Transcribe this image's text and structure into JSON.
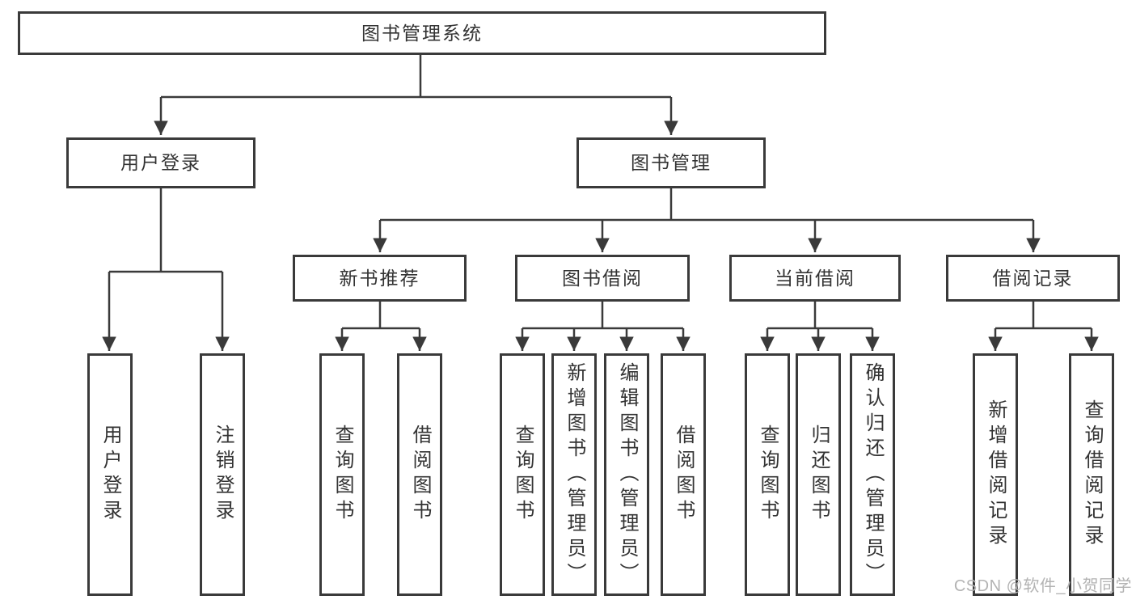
{
  "diagram": {
    "root": {
      "label": "图书管理系统"
    },
    "children": [
      {
        "label": "用户登录",
        "children": [
          {
            "label": "用户登录"
          },
          {
            "label": "注销登录"
          }
        ]
      },
      {
        "label": "图书管理",
        "children": [
          {
            "label": "新书推荐",
            "children": [
              {
                "label": "查询图书"
              },
              {
                "label": "借阅图书"
              }
            ]
          },
          {
            "label": "图书借阅",
            "children": [
              {
                "label": "查询图书"
              },
              {
                "label": "新增图书（管理员）"
              },
              {
                "label": "编辑图书（管理员）"
              },
              {
                "label": "借阅图书"
              }
            ]
          },
          {
            "label": "当前借阅",
            "children": [
              {
                "label": "查询图书"
              },
              {
                "label": "归还图书"
              },
              {
                "label": "确认归还（管理员）"
              }
            ]
          },
          {
            "label": "借阅记录",
            "children": [
              {
                "label": "新增借阅记录"
              },
              {
                "label": "查询借阅记录"
              }
            ]
          }
        ]
      }
    ]
  },
  "watermark": {
    "text": "CSDN @软件_小贺同学"
  },
  "colors": {
    "line": "#3a3a3a",
    "box_border": "#3a3a3a",
    "text": "#333333",
    "watermark": "#b3b3b3",
    "background": "#ffffff"
  }
}
